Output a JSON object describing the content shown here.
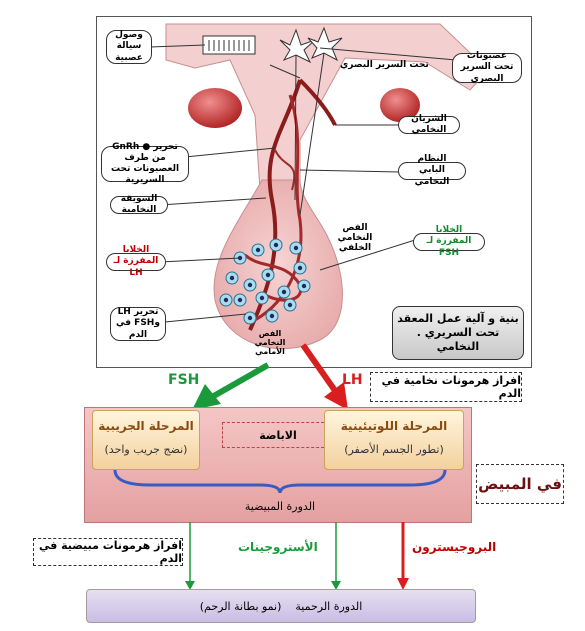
{
  "diagram": {
    "labels": {
      "neurosecretion": "وصول سيالة عصبية",
      "hypothalamus": "تحت السرير البصري",
      "hypo_neurons": "عصبونات تحت السرير البصري",
      "gnrh_release": "تحرير ● GnRh من طرف العصبونات تحت السريرية",
      "pituitary_artery": "الشريان النخامي",
      "portal_system": "النظام البابي النخامي",
      "pituitary_stalk": "السويقة النخامية",
      "posterior_lobe": "الفص النخامي الخلفي",
      "fsh_cells": "الخلايا المفرزة لـ FSH",
      "lh_cells": "الخلايا المفرزة لـ LH",
      "release_fsh_lh": "تحرير LH وFSH في الدم",
      "anterior_lobe": "الفص النخامي الأمامي",
      "title": "بنية و آلية عمل المعقد تحت السريري . النخامي"
    },
    "hormones": {
      "fsh": "FSH",
      "lh": "LH",
      "pituitary_secretion": "افراز هرمونات نخامية في الدم"
    },
    "ovary": {
      "follicular_title": "المرحلة الجريبية",
      "follicular_sub": "(نضج جريب واحد)",
      "ovulation": "الاباضة",
      "luteal_title": "المرحلة اللوتيئينية",
      "luteal_sub": "(تطور الجسم الأصفر)",
      "cycle": "الدورة المبيضية",
      "side_label": "في المبيض",
      "ovarian_secretion": "افراز هرمونات مبيضية في الدم",
      "estrogens": "الأستروجينات",
      "progesterone": "البروجيسترون",
      "uterine": "الدورة الرحمية    (نمو بطانة الرحم)"
    },
    "colors": {
      "green": "#1a9a3a",
      "red": "#d81e1e",
      "tissue": "#f4c9c9"
    }
  }
}
